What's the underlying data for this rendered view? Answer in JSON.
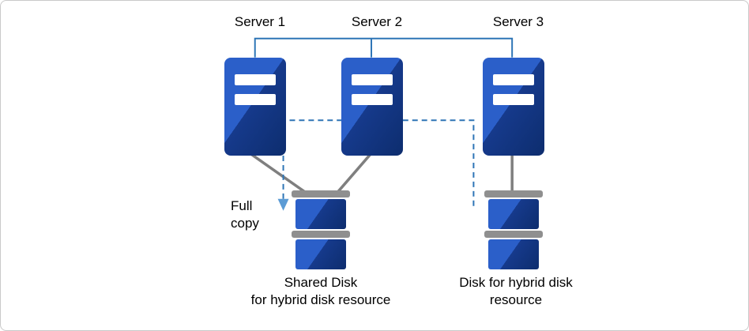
{
  "diagram": {
    "servers": [
      {
        "label": "Server 1"
      },
      {
        "label": "Server 2"
      },
      {
        "label": "Server 3"
      }
    ],
    "full_copy_label": "Full copy",
    "shared_disk_caption": {
      "line1": "Shared Disk",
      "line2": "for hybrid disk resource"
    },
    "hybrid_disk_caption": {
      "line1": "Disk for hybrid disk",
      "line2": "resource"
    },
    "icons": {
      "server": "server-tower-icon",
      "shared_disk": "disk-stack-icon",
      "hybrid_disk": "disk-stack-icon",
      "full_copy_arrow": "arrow-down-icon"
    },
    "colors": {
      "server_blue_light": "#2b5fc9",
      "server_blue_dark": "#163a8c",
      "server_blue_deep": "#0d2d6e",
      "connector_blue": "#2e75b6",
      "connector_gray": "#7f7f7f",
      "disk_gray": "#8f8f8f",
      "arrow_blue": "#5b9bd5",
      "background": "#ffffff",
      "border": "#c9c9c9",
      "text": "#000000"
    }
  }
}
